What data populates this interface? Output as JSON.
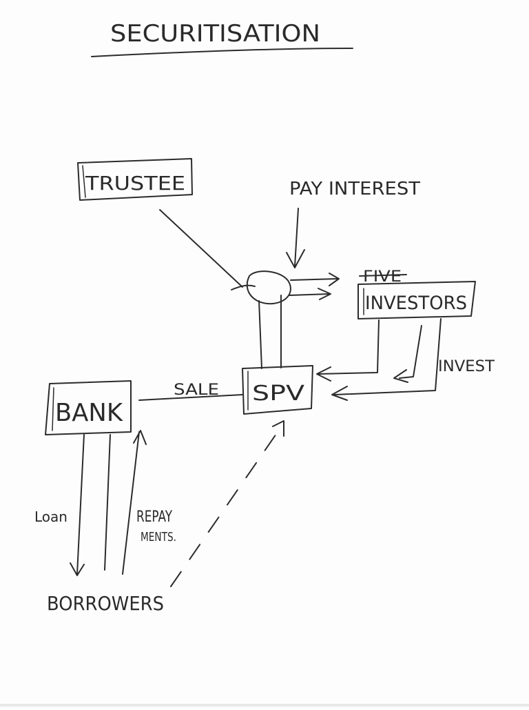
{
  "diagram": {
    "title": "SECURITISATION",
    "nodes": {
      "trustee": "TRUSTEE",
      "investors": "INVESTORS",
      "investors_crossed_out": "FIVE",
      "spv": "SPV",
      "bank": "BANK",
      "borrowers": "BORROWERS"
    },
    "labels": {
      "pay_interest": "PAY INTEREST",
      "invest": "INVEST",
      "sale": "SALE",
      "loan": "Loan",
      "repayments_line1": "REPAY",
      "repayments_line2": "MENTS."
    }
  }
}
